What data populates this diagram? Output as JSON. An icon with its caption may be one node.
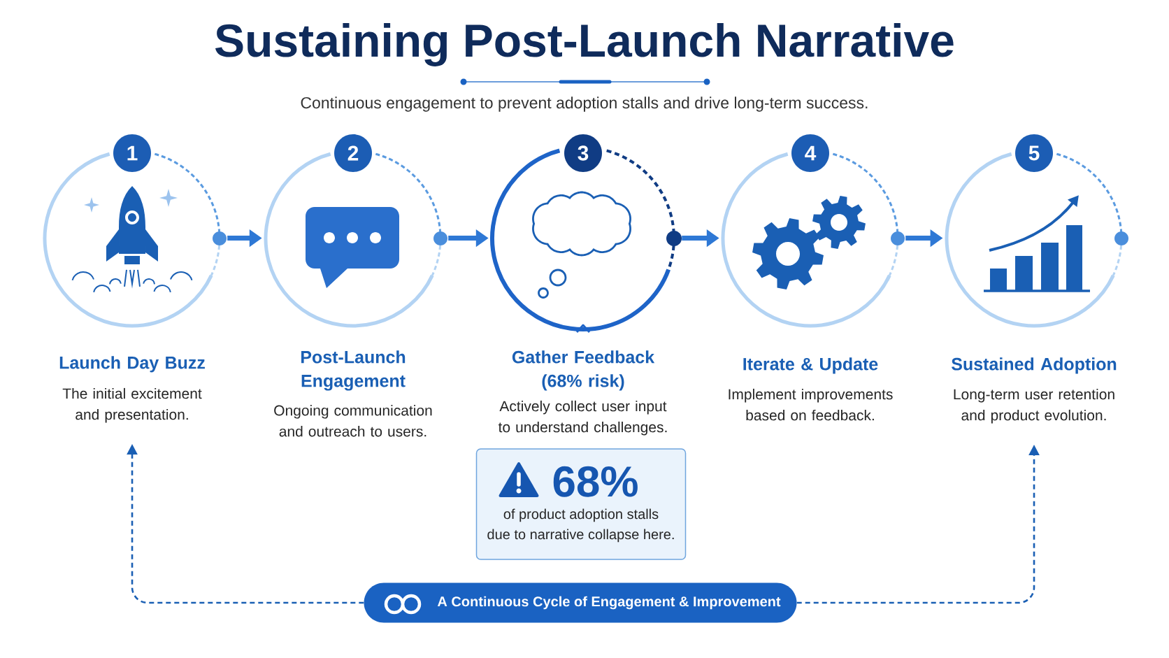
{
  "diagram": {
    "title": "Sustaining Post-Launch Narrative",
    "nodes": [
      {
        "text": [
          "1",
          "Launch Day Buzz",
          "The initial excitement and presentation."
        ]
      },
      {
        "text": [
          "2",
          "Post-Launch Engagement",
          "Ongoing communication and outreach to users."
        ]
      },
      {
        "text": [
          "3",
          "Gather Feedback (68% risk)",
          "Actively collect user input to understand challenges."
        ]
      },
      {
        "text": [
          "4",
          "Iterate & Update",
          "Implement improvements based on feedback."
        ]
      },
      {
        "text": [
          "5",
          "Sustained Adoption",
          "Long-term user retention and product evolution."
        ]
      },
      {
        "text": [
          "68%",
          "of product adoption stalls due to narrative collapse here."
        ]
      },
      {
        "text": [
          "A Continuous Cycle of Engagement & Improvement"
        ]
      }
    ],
    "edges": [
      {
        "from": 0,
        "to": 1,
        "arrow": "to"
      },
      {
        "from": 1,
        "to": 2,
        "arrow": "to"
      },
      {
        "from": 2,
        "to": 3,
        "arrow": "to"
      },
      {
        "from": 3,
        "to": 4,
        "arrow": "to"
      },
      {
        "from": 6,
        "to": 0,
        "arrow": "to",
        "style": "dashed"
      },
      {
        "from": 6,
        "to": 4,
        "arrow": "to",
        "style": "dashed"
      }
    ],
    "labels": [
      "Continuous engagement to prevent adoption stalls and drive long-term success."
    ]
  }
}
